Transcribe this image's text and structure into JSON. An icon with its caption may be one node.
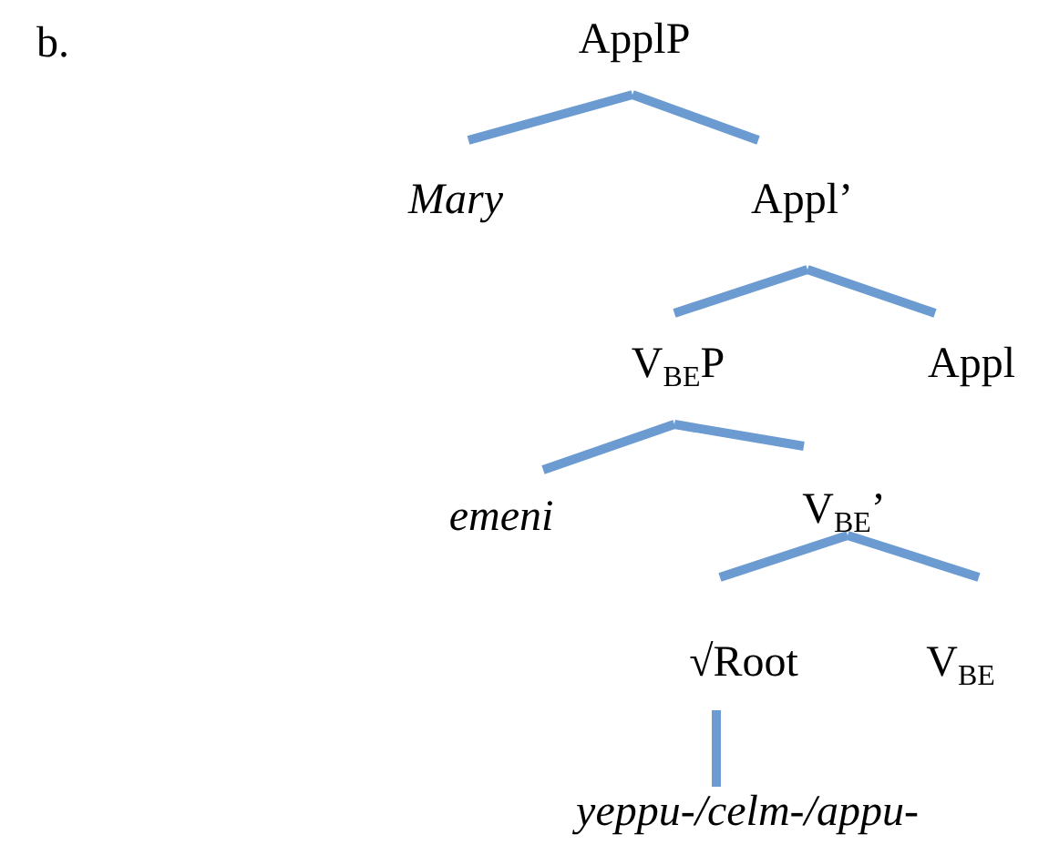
{
  "diagram": {
    "nodes": [
      {
        "text": [
          "ApplP"
        ]
      },
      {
        "text": [
          "Mary"
        ]
      },
      {
        "text": [
          "Appl’"
        ]
      },
      {
        "text": [
          "V$_{BE}$P"
        ]
      },
      {
        "text": [
          "Appl"
        ]
      },
      {
        "text": [
          "emeni"
        ]
      },
      {
        "text": [
          "V$_{BE}$’"
        ]
      },
      {
        "text": [
          "√Root"
        ]
      },
      {
        "text": [
          "V$_{BE}$"
        ]
      },
      {
        "text": [
          "yeppu-/celm-/appu-"
        ]
      }
    ],
    "edges": [
      {
        "from": 0,
        "to": 1,
        "arrow": "none"
      },
      {
        "from": 0,
        "to": 2,
        "arrow": "none"
      },
      {
        "from": 2,
        "to": 3,
        "arrow": "none"
      },
      {
        "from": 2,
        "to": 4,
        "arrow": "none"
      },
      {
        "from": 3,
        "to": 5,
        "arrow": "none"
      },
      {
        "from": 3,
        "to": 6,
        "arrow": "none"
      },
      {
        "from": 6,
        "to": 7,
        "arrow": "none"
      },
      {
        "from": 6,
        "to": 8,
        "arrow": "none"
      },
      {
        "from": 7,
        "to": 9,
        "arrow": "none"
      }
    ],
    "labels": [
      "b."
    ]
  }
}
